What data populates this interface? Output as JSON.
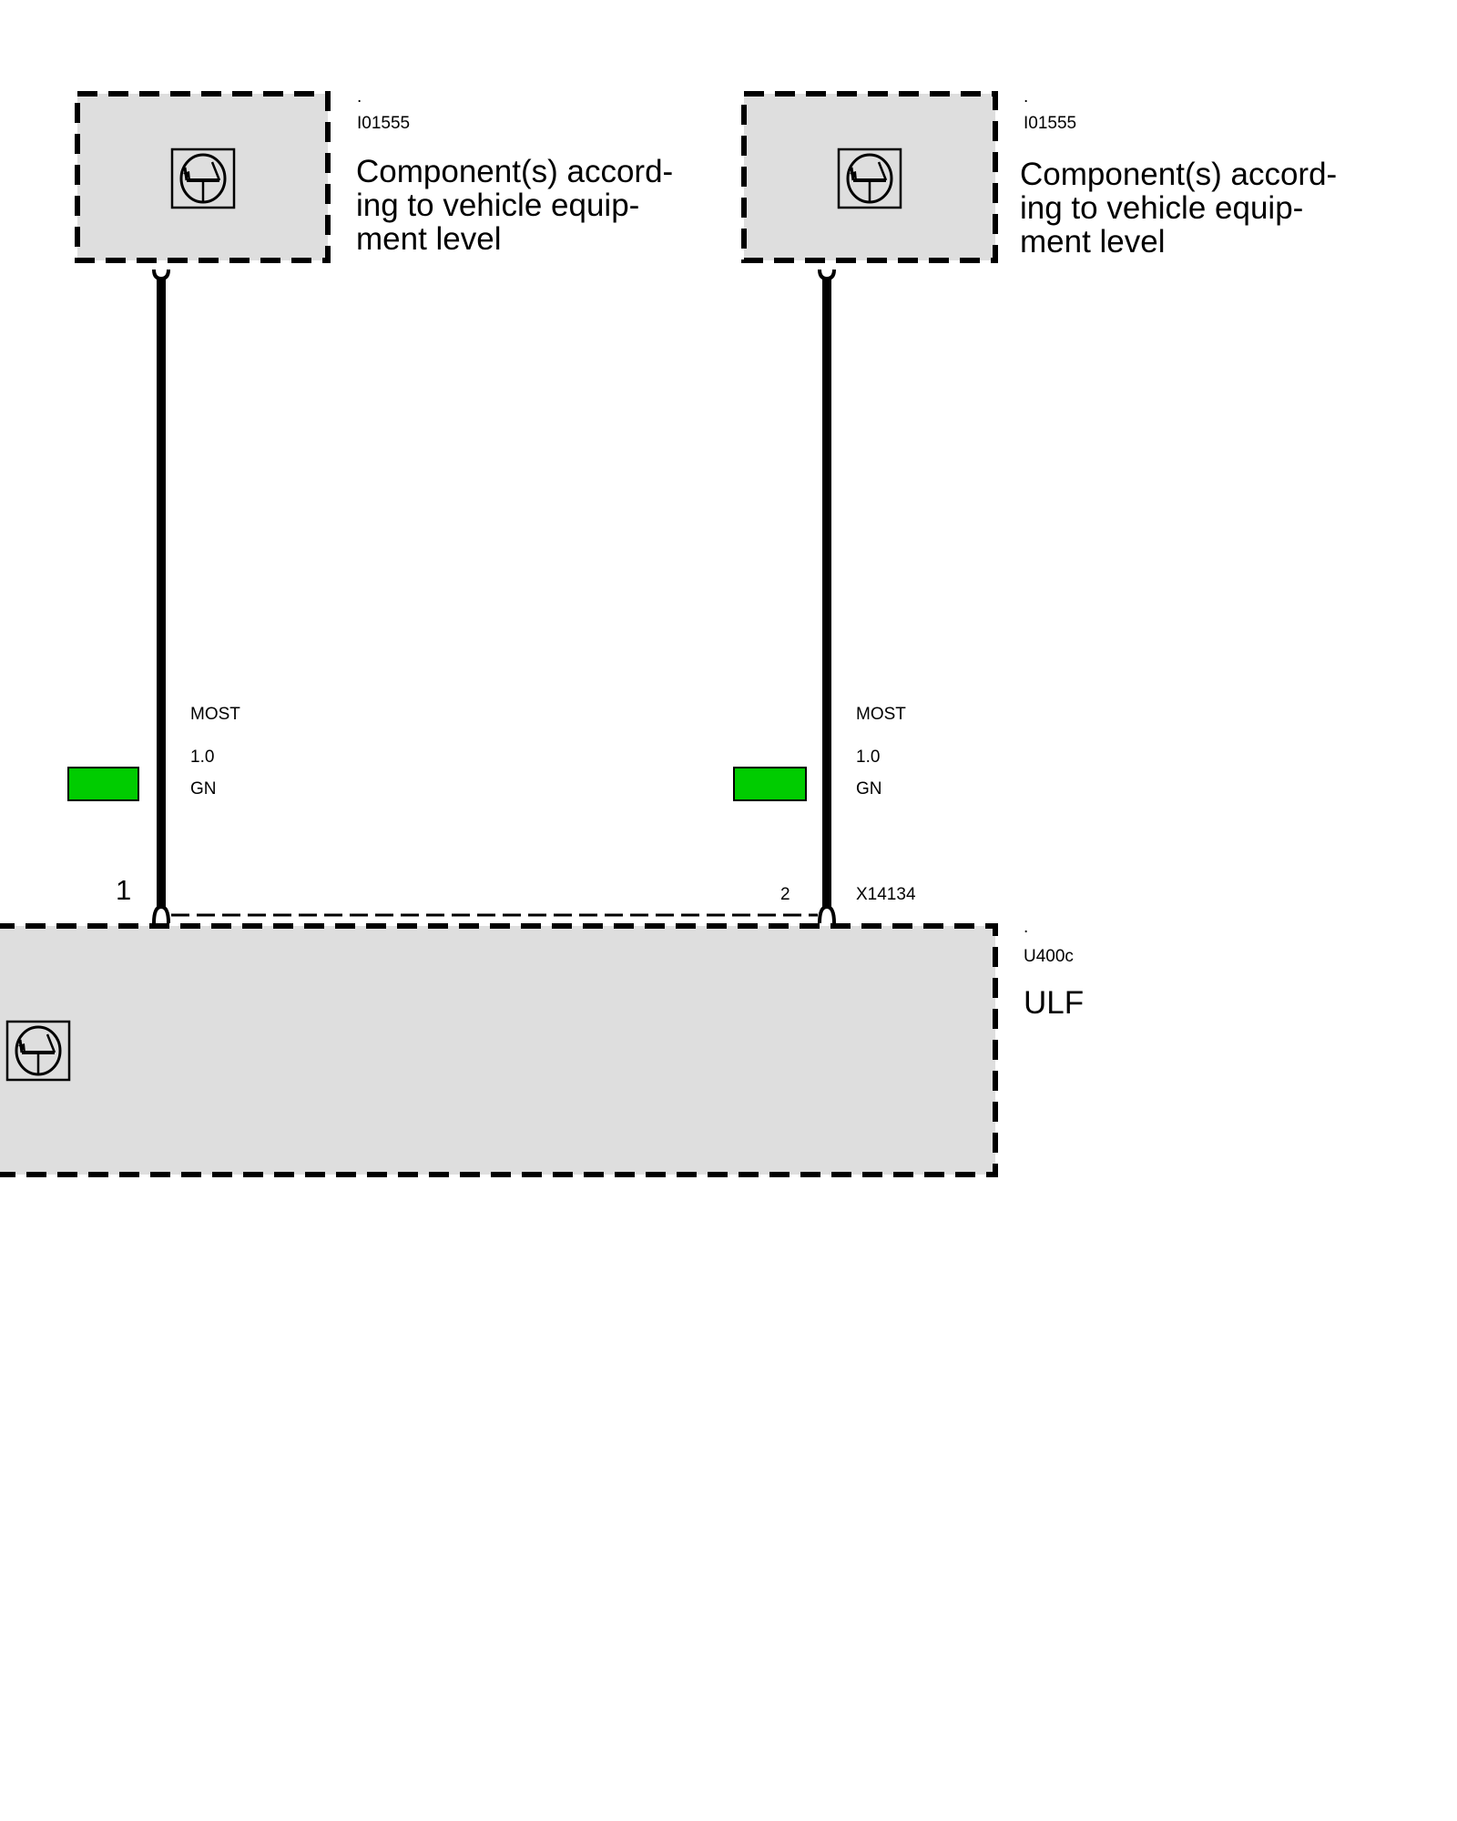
{
  "components": [
    {
      "dot": ".",
      "id": "I01555",
      "description": [
        "Component(s) accord-",
        "ing to vehicle equip-",
        "ment level"
      ]
    },
    {
      "dot": ".",
      "id": "I01555",
      "description": [
        "Component(s) accord-",
        "ing to vehicle equip-",
        "ment level"
      ]
    }
  ],
  "wires": [
    {
      "bus": "MOST",
      "size": "1.0",
      "color_code": "GN",
      "color": "#00cc00",
      "pin": "1"
    },
    {
      "bus": "MOST",
      "size": "1.0",
      "color_code": "GN",
      "color": "#00cc00",
      "pin": "2"
    }
  ],
  "connector": {
    "id": "X14134"
  },
  "module": {
    "dot": ".",
    "id": "U400c",
    "name": "ULF"
  },
  "colors": {
    "box_fill": "#dedede",
    "line": "#000000"
  }
}
